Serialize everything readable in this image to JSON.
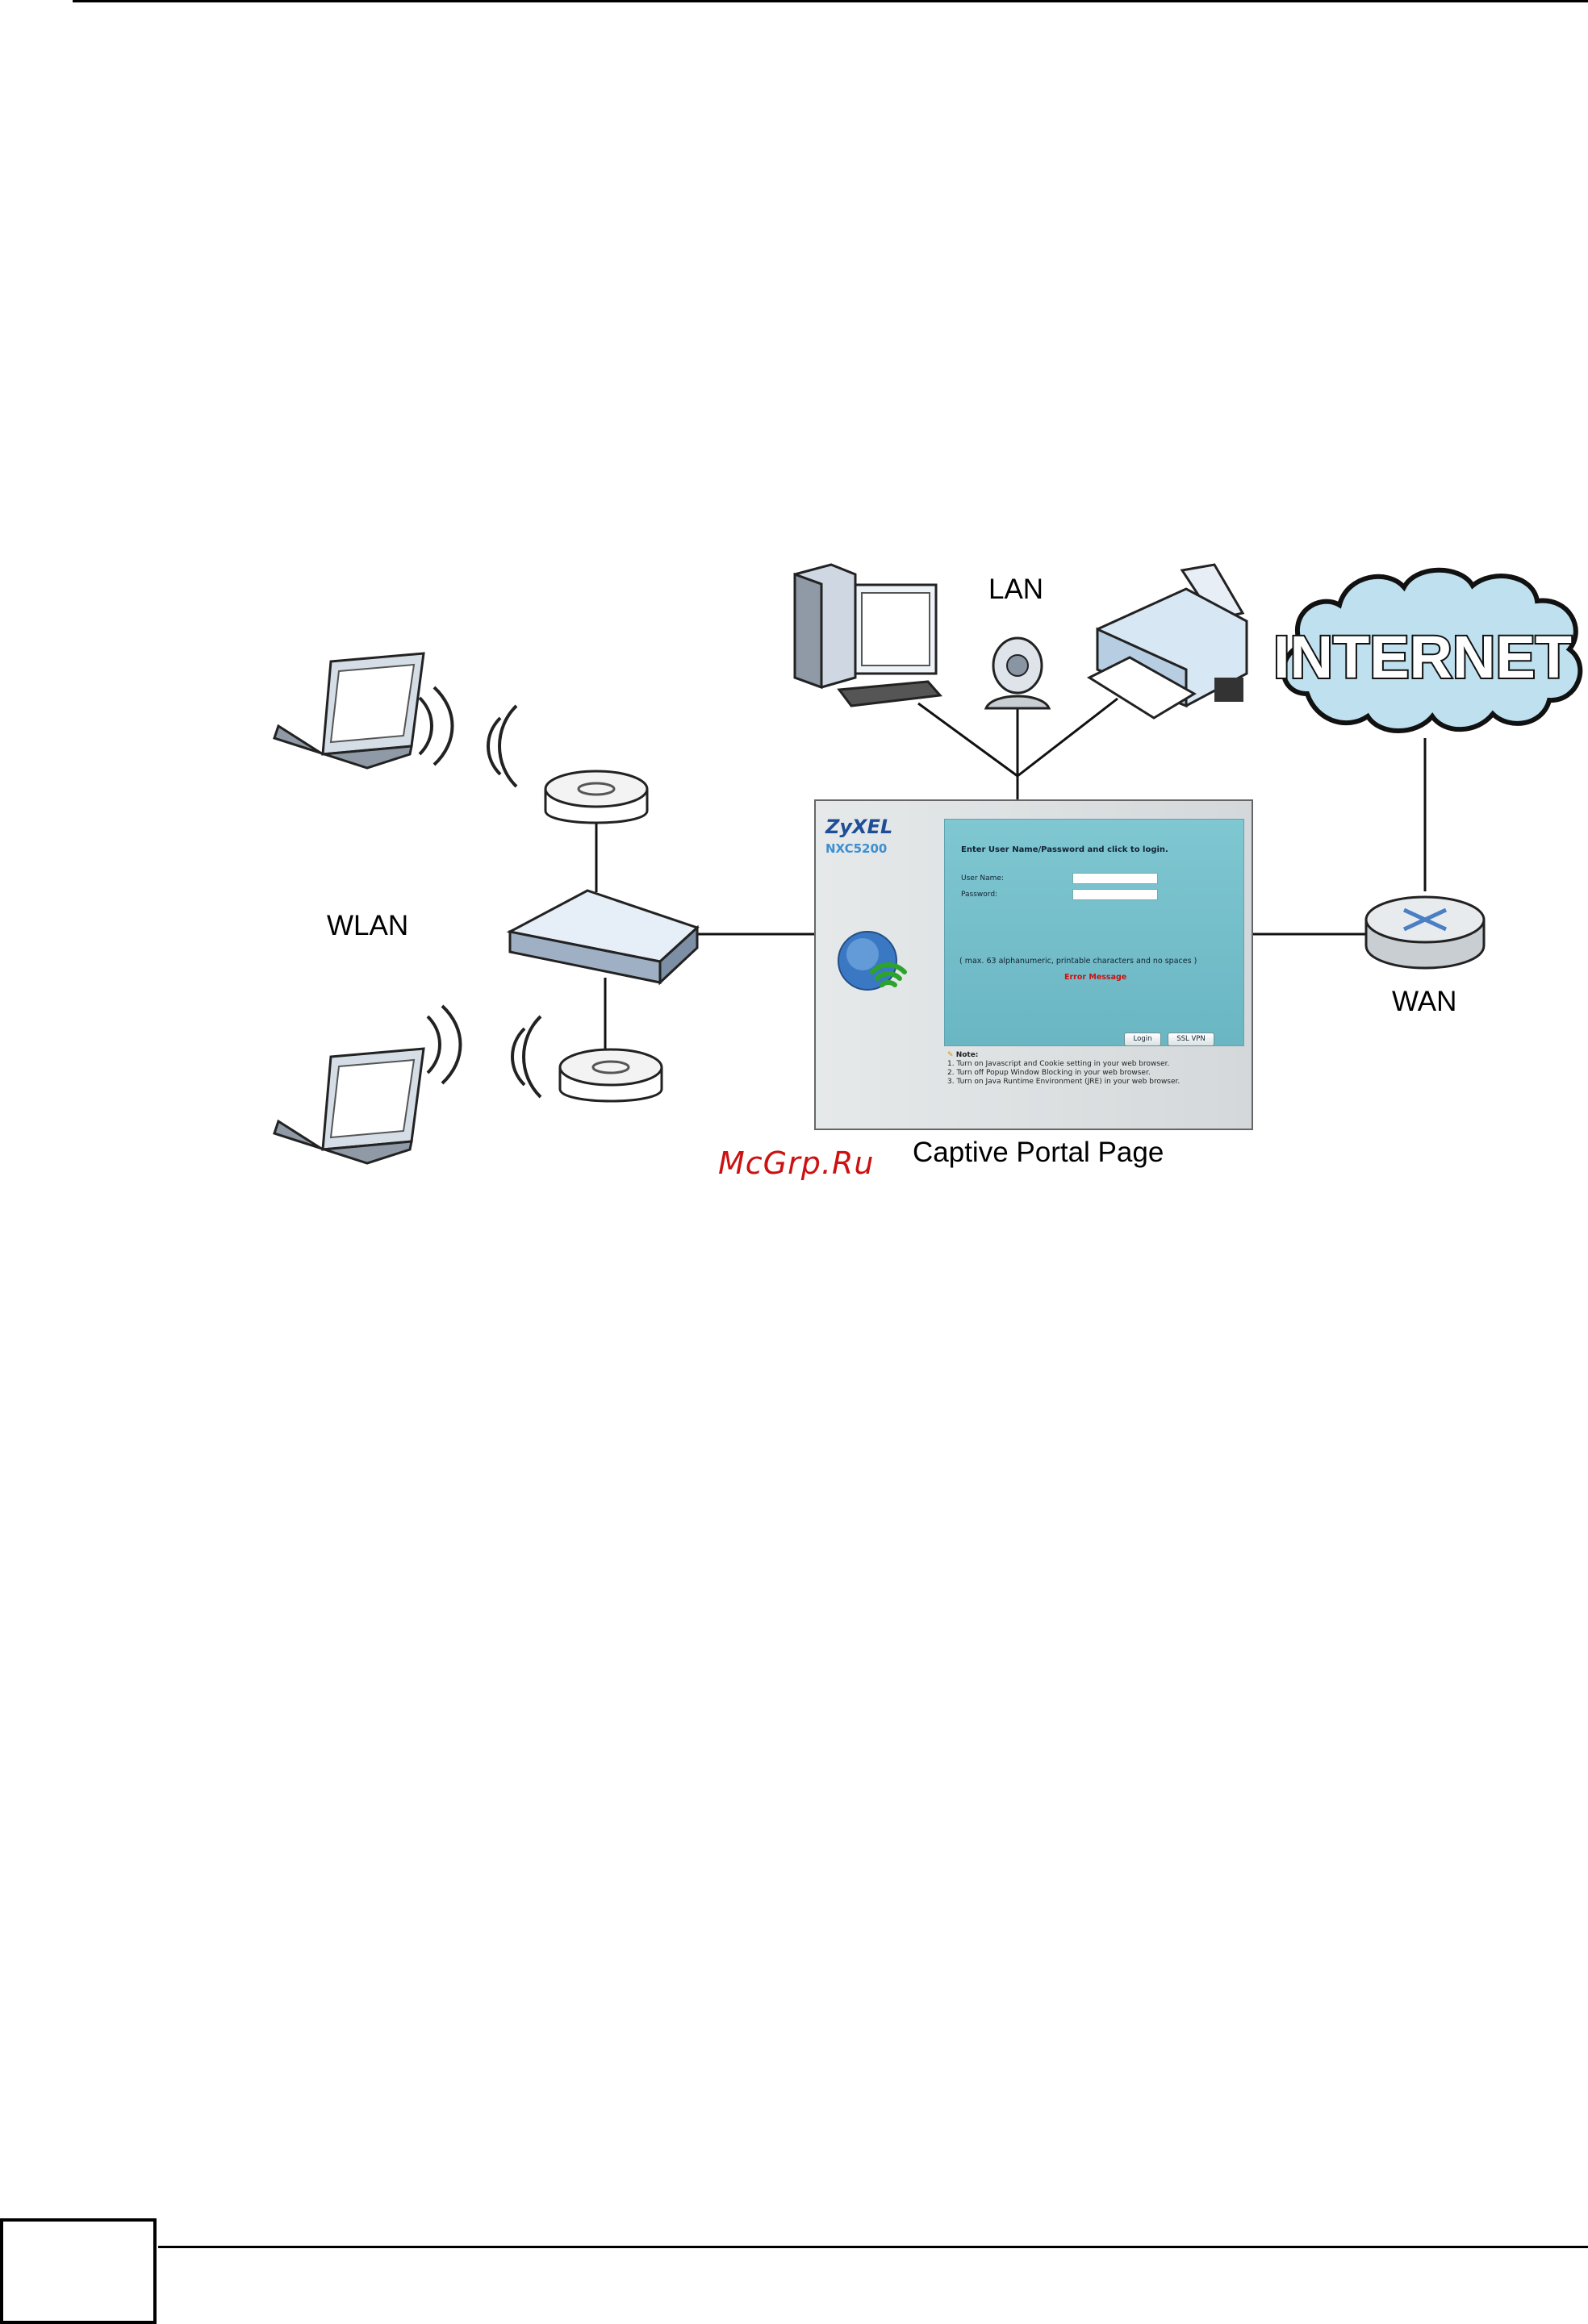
{
  "diagram": {
    "labels": {
      "lan": "LAN",
      "wlan": "WLAN",
      "wan": "WAN",
      "captive_portal": "Captive Portal Page",
      "internet": "INTERNET"
    },
    "watermark": "McGrp.Ru"
  },
  "portal": {
    "brand": "ZyXEL",
    "model": "NXC5200",
    "title": "Enter User Name/Password and click to login.",
    "username_label": "User Name:",
    "password_label": "Password:",
    "hint": "( max. 63 alphanumeric, printable characters and no spaces )",
    "error": "Error Message",
    "login_button": "Login",
    "sslvpn_button": "SSL VPN",
    "note_title": "Note:",
    "notes": [
      "1. Turn on Javascript and Cookie setting in your web browser.",
      "2. Turn off Popup Window Blocking in your web browser.",
      "3. Turn on Java Runtime Environment (JRE) in your web browser."
    ]
  },
  "colors": {
    "cloud": "#bfe0ef",
    "device": "#dfe7f2",
    "panel": "#74bfcb",
    "brand": "#1f4e97",
    "error": "#cc1111",
    "watermark": "#cc1111"
  }
}
